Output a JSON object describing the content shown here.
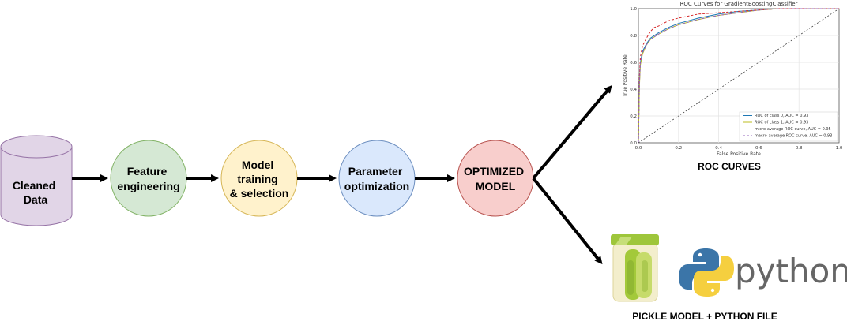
{
  "pipeline": {
    "cleaned_data": [
      "Cleaned",
      "Data"
    ],
    "feature_engineering": [
      "Feature",
      "engineering"
    ],
    "model_training": [
      "Model",
      "training",
      "& selection"
    ],
    "parameter_optimization": [
      "Parameter",
      "optimization"
    ],
    "optimized_model": [
      "OPTIMIZED",
      "MODEL"
    ]
  },
  "colors": {
    "cleaned_data_fill": "#e1d5e7",
    "cleaned_data_stroke": "#9673a6",
    "feature_fill": "#d5e8d4",
    "feature_stroke": "#82b366",
    "training_fill": "#fff2cc",
    "training_stroke": "#d6b656",
    "param_fill": "#dae8fc",
    "param_stroke": "#6c8ebf",
    "optimized_fill": "#f8cecc",
    "optimized_stroke": "#b85450",
    "roc_class0": "#1f77b4",
    "roc_class1": "#bcbd22",
    "roc_micro": "#d62728",
    "roc_macro": "#9467bd"
  },
  "outputs": {
    "roc_caption": "ROC CURVES",
    "pickle_caption": "PICKLE MODEL + PYTHON FILE",
    "python_wordmark": "python"
  },
  "chart_data": {
    "type": "line",
    "title": "ROC Curves for GradientBoostingClassifier",
    "xlabel": "False Positive Rate",
    "ylabel": "True Positive Rate",
    "xlim": [
      0,
      1
    ],
    "ylim": [
      0,
      1
    ],
    "xticks": [
      "0.0",
      "0.2",
      "0.4",
      "0.6",
      "0.8",
      "1.0"
    ],
    "yticks": [
      "0.0",
      "0.2",
      "0.4",
      "0.6",
      "0.8",
      "1.0"
    ],
    "grid": true,
    "legend_position": "lower right",
    "series": [
      {
        "name": "ROC of class 0, AUC = 0.93",
        "style": "solid",
        "x": [
          0,
          0.005,
          0.01,
          0.02,
          0.04,
          0.06,
          0.1,
          0.15,
          0.2,
          0.3,
          0.4,
          0.5,
          0.6,
          0.7,
          1.0
        ],
        "y": [
          0,
          0.45,
          0.6,
          0.68,
          0.74,
          0.78,
          0.82,
          0.86,
          0.89,
          0.93,
          0.96,
          0.98,
          0.99,
          1.0,
          1.0
        ]
      },
      {
        "name": "ROC of class 1, AUC = 0.93",
        "style": "solid",
        "x": [
          0,
          0.005,
          0.01,
          0.02,
          0.04,
          0.06,
          0.1,
          0.15,
          0.2,
          0.3,
          0.4,
          0.5,
          0.6,
          0.7,
          1.0
        ],
        "y": [
          0,
          0.42,
          0.58,
          0.66,
          0.73,
          0.77,
          0.81,
          0.85,
          0.88,
          0.92,
          0.95,
          0.97,
          0.99,
          1.0,
          1.0
        ]
      },
      {
        "name": "micro-average ROC curve, AUC = 0.95",
        "style": "dashed",
        "x": [
          0,
          0.005,
          0.01,
          0.02,
          0.04,
          0.06,
          0.08,
          0.1,
          0.15,
          0.2,
          0.3,
          0.4,
          0.5,
          0.6,
          0.7,
          1.0
        ],
        "y": [
          0,
          0.5,
          0.64,
          0.72,
          0.78,
          0.83,
          0.86,
          0.87,
          0.91,
          0.93,
          0.96,
          0.97,
          0.98,
          0.99,
          1.0,
          1.0
        ]
      },
      {
        "name": "macro-average ROC curve, AUC = 0.93",
        "style": "dashed",
        "x": [
          0,
          0.005,
          0.01,
          0.02,
          0.04,
          0.06,
          0.1,
          0.15,
          0.2,
          0.3,
          0.4,
          0.5,
          0.6,
          0.7,
          1.0
        ],
        "y": [
          0,
          0.44,
          0.59,
          0.67,
          0.73,
          0.77,
          0.81,
          0.85,
          0.88,
          0.92,
          0.95,
          0.97,
          0.99,
          1.0,
          1.0
        ]
      },
      {
        "name": "",
        "style": "dotted-diagonal",
        "x": [
          0,
          1
        ],
        "y": [
          0,
          1
        ]
      }
    ]
  }
}
